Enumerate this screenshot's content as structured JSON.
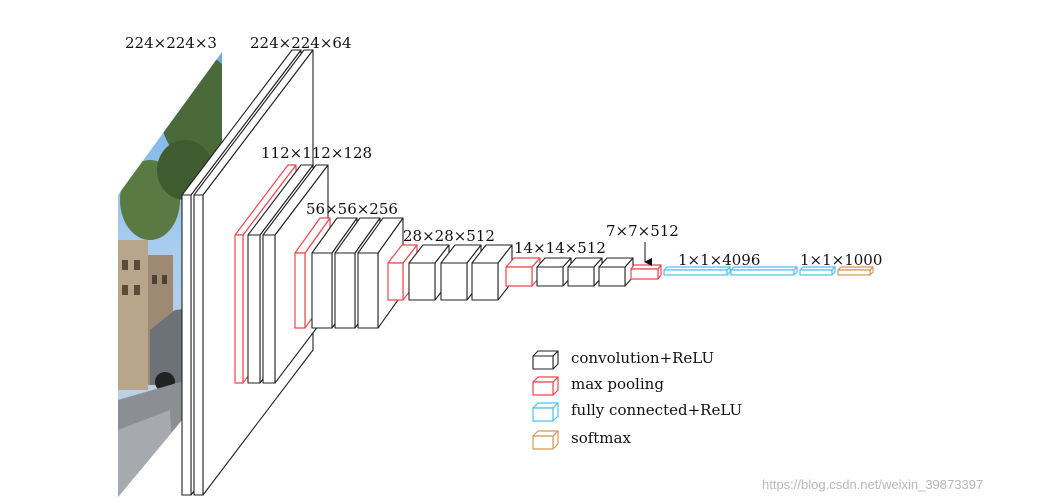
{
  "labels": {
    "input": "224×224×3",
    "conv1": "224×224×64",
    "conv2": "112×112×128",
    "conv3": "56×56×256",
    "conv4": "28×28×512",
    "conv5": "14×14×512",
    "pool5": "7×7×512",
    "fc": "1×1×4096",
    "softmax": "1×1×1000"
  },
  "legend": {
    "conv": "convolution+ReLU",
    "pool": "max pooling",
    "fc": "fully connected+ReLU",
    "softmax": "softmax"
  },
  "colors": {
    "conv": "#222222",
    "pool": "#f0474f",
    "fc": "#4fc3ef",
    "softmax": "#d79a55"
  },
  "watermark": "https://blog.csdn.net/weixin_39873397"
}
